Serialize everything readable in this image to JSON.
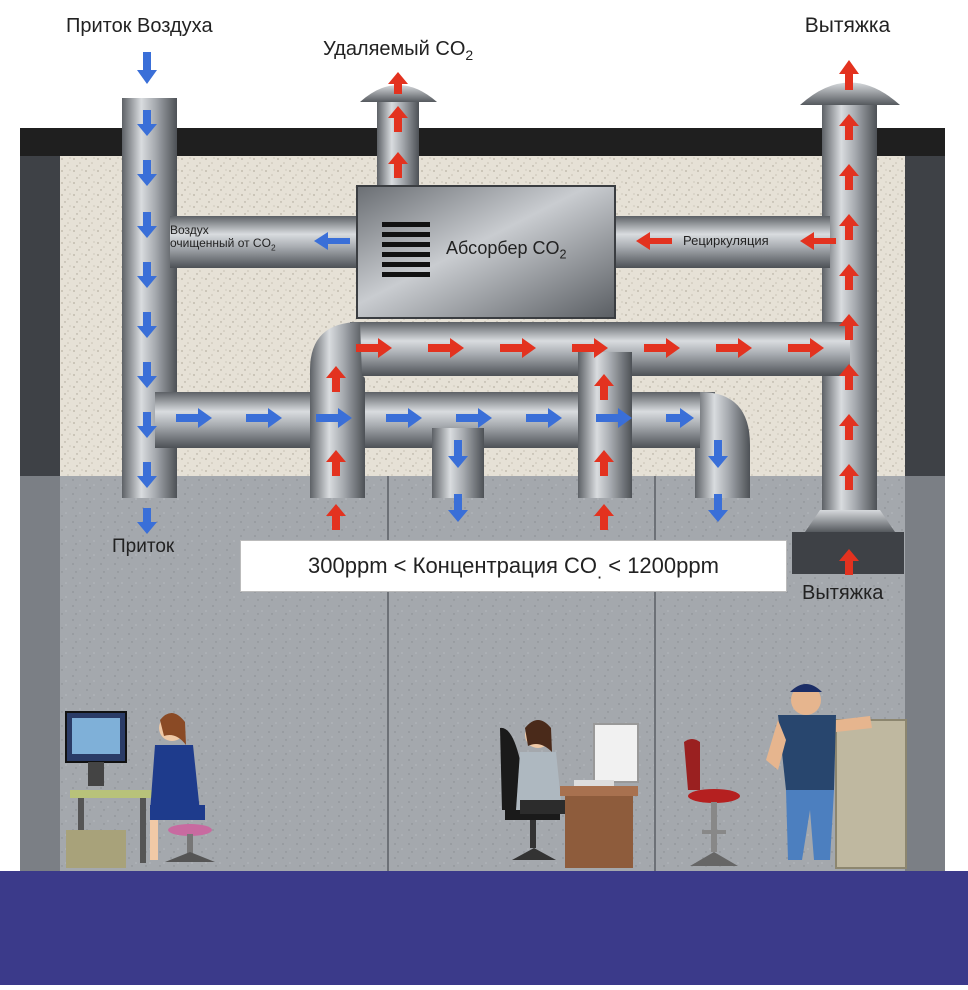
{
  "labels": {
    "air_inflow": "Приток Воздуха",
    "co2_removed": "Удаляемый CO",
    "co2_removed_sub": "2",
    "exhaust_top": "Вытяжка",
    "air_cleaned_line1": "Воздух",
    "air_cleaned_line2": "очищенный от CO",
    "air_cleaned_sub": "2",
    "absorber": "Абсорбер CO",
    "absorber_sub": "2",
    "recirculation": "Рециркуляция",
    "inflow_bottom": "Приток",
    "concentration": "300ppm < Концентрация CO",
    "concentration_sub": ".",
    "concentration_end": " < 1200ppm",
    "exhaust_bottom": "Вытяжка"
  },
  "colors": {
    "supply_arrow": "#3a6fd8",
    "exhaust_arrow": "#e3321f",
    "floor": "#3b3a8a",
    "ceiling_band": "#1f1f1f",
    "duct": "#8d9196"
  },
  "icons": {
    "person_1": "woman-at-computer-icon",
    "person_2": "woman-at-desk-icon",
    "person_3": "man-leaning-icon",
    "chair": "bar-stool-icon"
  }
}
